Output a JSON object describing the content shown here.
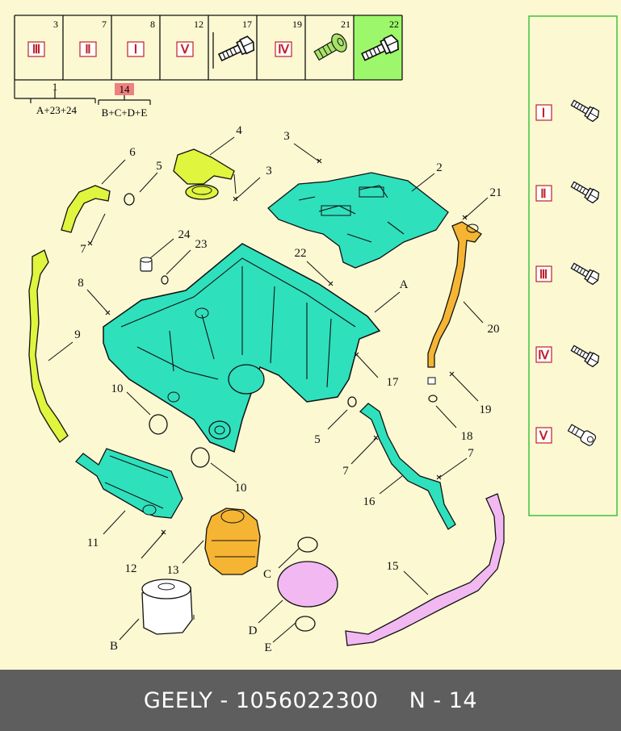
{
  "footer": {
    "brand_part": "GEELY - 1056022300",
    "page_ref": "N - 14"
  },
  "kit_table": {
    "cells": [
      {
        "ref": "3",
        "roman": "Ⅲ"
      },
      {
        "ref": "7",
        "roman": "Ⅱ"
      },
      {
        "ref": "8",
        "roman": "Ⅰ"
      },
      {
        "ref": "12",
        "roman": "Ⅴ"
      },
      {
        "ref": "17",
        "roman": ""
      },
      {
        "ref": "19",
        "roman": "Ⅳ"
      },
      {
        "ref": "21",
        "roman": ""
      },
      {
        "ref": "22",
        "roman": ""
      }
    ],
    "group_a": {
      "ref": "1",
      "formula": "A+23+24"
    },
    "group_b": {
      "ref": "14",
      "formula": "B+C+D+E"
    }
  },
  "bolt_legend": [
    "Ⅰ",
    "Ⅱ",
    "Ⅲ",
    "Ⅳ",
    "Ⅴ"
  ],
  "callouts": {
    "c2": "2",
    "c3a": "3",
    "c3b": "3",
    "c4": "4",
    "c5a": "5",
    "c5b": "5",
    "c6": "6",
    "c7a": "7",
    "c7b": "7",
    "c7c": "7",
    "c8": "8",
    "c9": "9",
    "c10a": "10",
    "c10b": "10",
    "c11": "11",
    "c12": "12",
    "c13": "13",
    "c15": "15",
    "c16": "16",
    "c17": "17",
    "c18": "18",
    "c19": "19",
    "c20": "20",
    "c21": "21",
    "c22": "22",
    "c23": "23",
    "c24": "24",
    "cA": "A",
    "cB": "B",
    "cC": "C",
    "cD": "D",
    "cE": "E"
  },
  "colors": {
    "background": "#fbf8d2",
    "teal_part": "#2fe0bd",
    "yellow_green_part": "#dff53e",
    "orange_part": "#f5b533",
    "pink_part": "#f2b8f2",
    "highlight_cell": "#9df76b",
    "highlight_label": "#f08080",
    "legend_border": "#40c040",
    "roman_red": "#c0202a",
    "footer_bg": "#5e5e5e"
  }
}
